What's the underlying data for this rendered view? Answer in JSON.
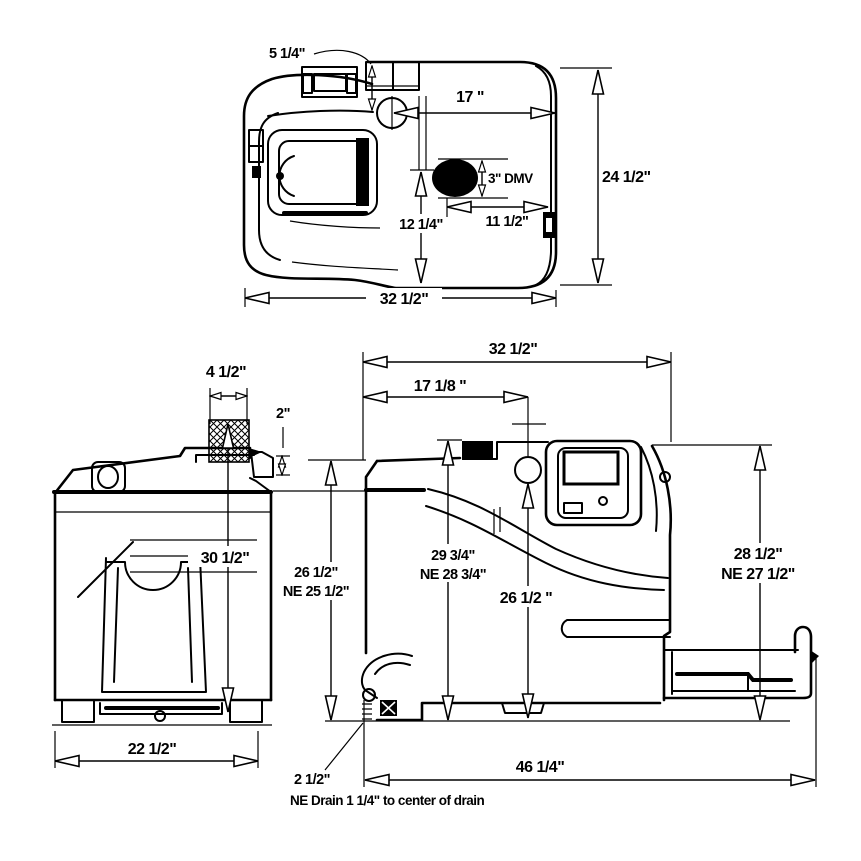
{
  "colors": {
    "ink": "#000000",
    "paper": "#ffffff"
  },
  "drawing_type": "orthographic dimension drawing",
  "views": {
    "top": {
      "vent_offset": "5 1/4\"",
      "fill_to_edge": "17 \"",
      "overall_depth": "24 1/2\"",
      "dmv": "3\" DMV",
      "vent_from_bottom": "12 1/4\"",
      "vent_from_edge": "11 1/2\"",
      "overall_width": "32 1/2\""
    },
    "front": {
      "vent_width": "4 1/2\"",
      "outlet": "2\"",
      "height_to_vent": "30 1/2\"",
      "base_width": "22 1/2\""
    },
    "side": {
      "body_length": "32 1/2\"",
      "fill_offset": "17 1/8 \"",
      "left_height": "26 1/2\"",
      "left_height_ne": "NE 25 1/2\"",
      "mid_height": "29 3/4\"",
      "mid_height_ne": "NE 28 3/4\"",
      "fill_height": "26 1/2 \"",
      "right_height": "28 1/2\"",
      "right_height_ne": "NE 27 1/2\"",
      "overall_length": "46 1/4\"",
      "drain_offset": "2 1/2\"",
      "drain_note": "NE Drain 1 1/4\" to center of drain"
    }
  }
}
